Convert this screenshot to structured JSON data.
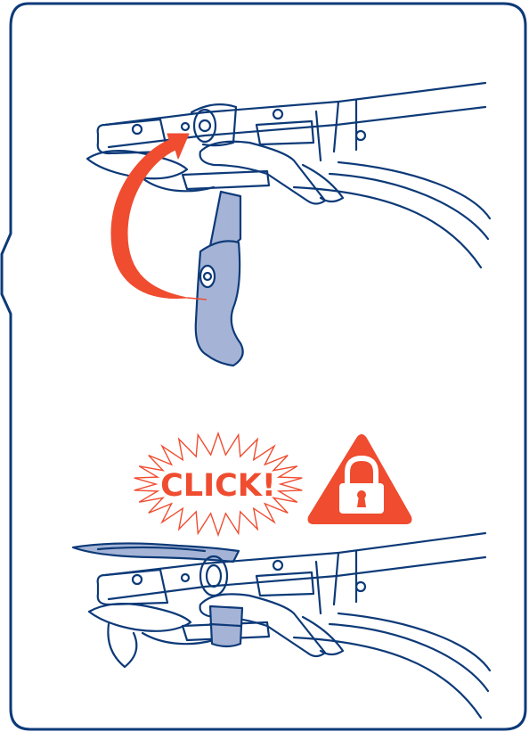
{
  "click_label": "CLICK!",
  "colors": {
    "outline": "#0d3a78",
    "strap_fill": "#a5b4d6",
    "accent": "#ef4c30",
    "background": "#ffffff"
  },
  "icons": [
    "rotation-arrow-icon",
    "click-burst-icon",
    "padlock-warning-icon"
  ],
  "panels": [
    {
      "name": "step-rotate-strap"
    },
    {
      "name": "step-locked-strap"
    }
  ]
}
